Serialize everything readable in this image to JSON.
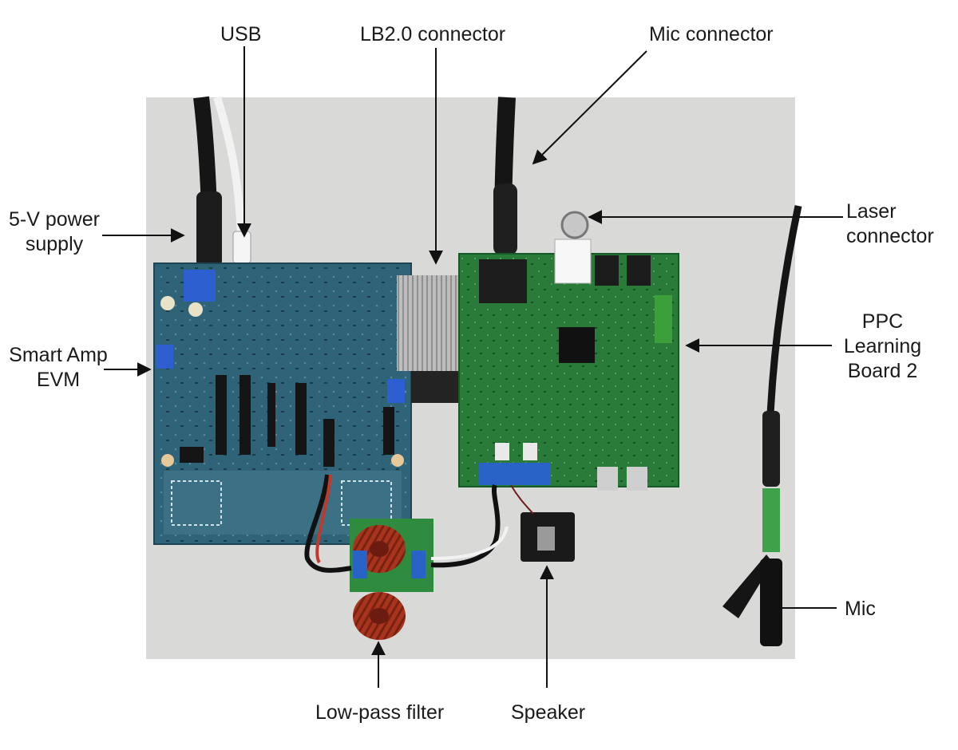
{
  "callouts": {
    "usb": "USB",
    "lb2_connector": "LB2.0 connector",
    "mic_connector": "Mic connector",
    "power_supply": [
      "5-V power",
      "supply"
    ],
    "smart_amp_evm": [
      "Smart Amp",
      "EVM"
    ],
    "laser_connector": [
      "Laser",
      "connector"
    ],
    "ppc_learning_board": [
      "PPC",
      "Learning",
      "Board 2"
    ],
    "mic": "Mic",
    "low_pass_filter": "Low-pass filter",
    "speaker": "Speaker"
  },
  "colors": {
    "backdrop": "#d9d9d7",
    "evm_pcb": "#2f6378",
    "learning_board_pcb": "#2a7a3a",
    "inductor_copper": "#a8341e",
    "cable": "#1a1a1a",
    "terminal_block": "#2a63c8"
  }
}
